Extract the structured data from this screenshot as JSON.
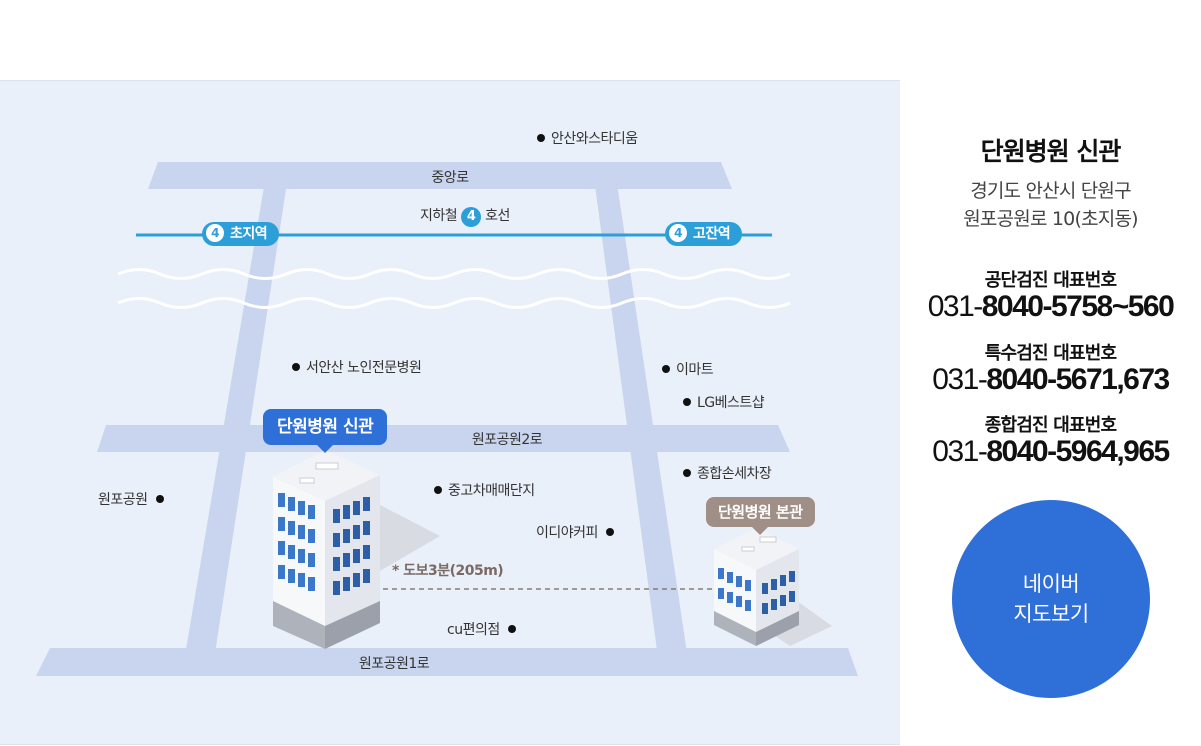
{
  "map": {
    "roads": {
      "top": "중앙로",
      "middle": "원포공원2로",
      "bottom": "원포공원1로"
    },
    "subway": {
      "label_prefix": "지하철",
      "line_number": "4",
      "label_suffix": "호선",
      "station_left": "초지역",
      "station_right": "고잔역"
    },
    "landmarks": {
      "stadium": "안산와스타디움",
      "nursing_hospital": "서안산 노인전문병원",
      "emart": "이마트",
      "lg_shop": "LG베스트샵",
      "car_wash": "종합손세차장",
      "used_cars": "중고차매매단지",
      "park": "원포공원",
      "coffee": "이디야커피",
      "cu": "cu편의점"
    },
    "buildings": {
      "new_building": "단원병원 신관",
      "main_building": "단원병원 본관"
    },
    "walk_note": "* 도보3분(205m)",
    "colors": {
      "road": "#c9d5ee",
      "subway": "#2c9fd9",
      "pin_new": "#2f6fd8",
      "pin_main": "#a08f87"
    }
  },
  "info": {
    "title": "단원병원 신관",
    "address_line1": "경기도 안산시 단원구",
    "address_line2": "원포공원로 10(초지동)",
    "phones": [
      {
        "label": "공단검진 대표번호",
        "prefix": "031-",
        "main": "8040-5758",
        "suffix": "~560"
      },
      {
        "label": "특수검진 대표번호",
        "prefix": "031-",
        "main": "8040-5671",
        "suffix": ",673"
      },
      {
        "label": "종합검진 대표번호",
        "prefix": "031-",
        "main": "8040-5964",
        "suffix": ",965"
      }
    ],
    "naver_button_line1": "네이버",
    "naver_button_line2": "지도보기"
  }
}
